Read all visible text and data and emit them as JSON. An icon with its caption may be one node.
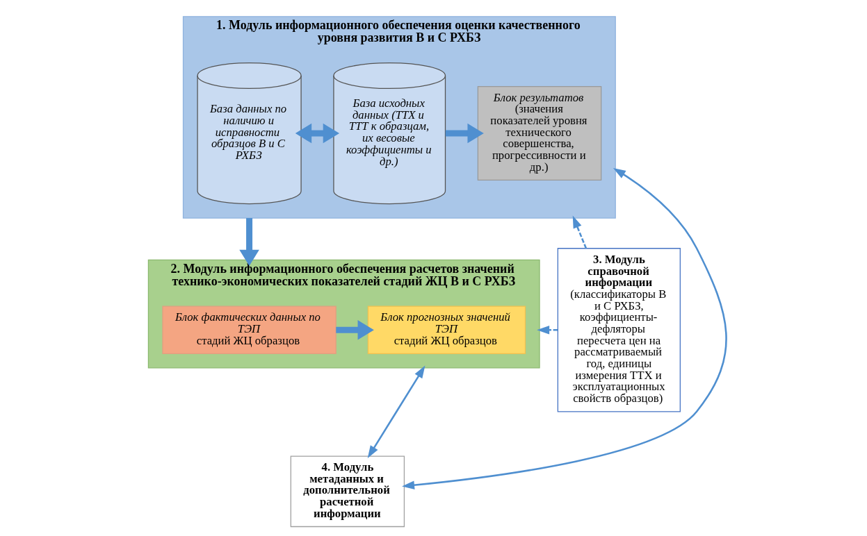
{
  "diagram": {
    "nodes": [
      {
        "text": [
          "1. Модуль информационного обеспечения оценки качественного уровня развития В и С РХБЗ"
        ]
      },
      {
        "text": [
          "База данных по наличию и исправности образцов В и С РХБЗ"
        ],
        "in": 0
      },
      {
        "text": [
          "База исходных данных (ТТХ и ТТТ к образцам, их весовые коэффициенты и др.)"
        ],
        "in": 0
      },
      {
        "text": [
          "Блок результатов",
          "(значения показателей уровня технического совершенства, прогрессивности и др.)"
        ],
        "in": 0
      },
      {
        "text": [
          "2. Модуль информационного обеспечения расчетов значений технико-экономических показателей стадий ЖЦ В и С РХБЗ"
        ]
      },
      {
        "text": [
          "Блок фактических данных по ТЭП",
          "стадий ЖЦ образцов"
        ],
        "in": 4
      },
      {
        "text": [
          "Блок прогнозных значений ТЭП",
          "стадий ЖЦ образцов"
        ],
        "in": 4
      },
      {
        "text": [
          "3. Модуль справочной информации",
          "(классификаторы В и С РХБЗ, коэффициенты-дефляторы пересчета цен на рассматриваемый год, единицы измерения ТТХ и эксплуатационных свойств образцов)"
        ]
      },
      {
        "text": [
          "4. Модуль метаданных и дополнительной расчетной информации"
        ]
      }
    ],
    "edges": [
      {
        "from": 1,
        "to": 2,
        "arrow": "both",
        "style": "thick"
      },
      {
        "from": 2,
        "to": 3,
        "arrow": "to",
        "style": "thick"
      },
      {
        "from": 0,
        "to": 4,
        "arrow": "to",
        "style": "thick"
      },
      {
        "from": 5,
        "to": 6,
        "arrow": "to",
        "style": "thick"
      },
      {
        "from": 7,
        "to": 0,
        "arrow": "to",
        "style": "dashed"
      },
      {
        "from": 7,
        "to": 4,
        "arrow": "to",
        "style": "dashed"
      },
      {
        "from": 0,
        "to": 8,
        "arrow": "both"
      },
      {
        "from": 4,
        "to": 8,
        "arrow": "both"
      }
    ]
  }
}
